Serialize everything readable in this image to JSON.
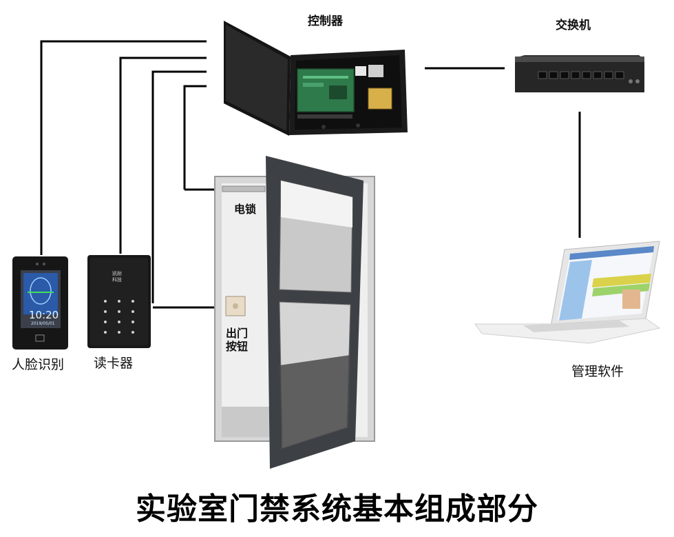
{
  "labels": {
    "controller": "控制器",
    "switch": "交换机",
    "electric_lock": "电锁",
    "exit_button_line1": "出门",
    "exit_button_line2": "按钮",
    "face_recognition": "人脸识别",
    "card_reader": "读卡器",
    "management_software": "管理软件"
  },
  "title": "实验室门禁系统基本组成部分",
  "face_terminal": {
    "time": "10:20",
    "date": "2019/05/01"
  },
  "card_reader_device": {
    "brand_line1": "凯耐",
    "brand_line2": "科技"
  },
  "colors": {
    "wire": "#000000",
    "device_body": "#1c1c1c",
    "door_frame": "#3d4145",
    "pcb": "#2f7a4a",
    "screen_blue": "#2a5aa8"
  }
}
